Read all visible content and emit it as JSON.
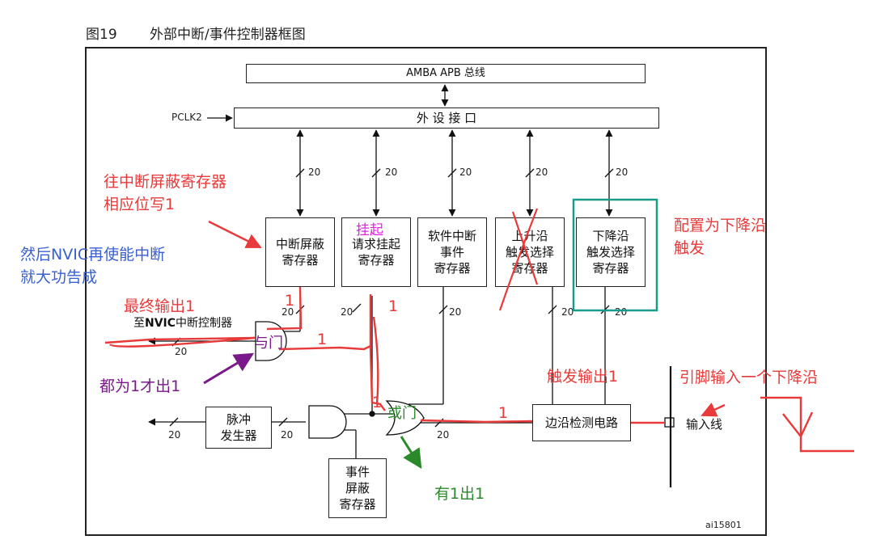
{
  "figure": {
    "number": "图19",
    "title": "外部中断/事件控制器框图",
    "id_label": "ai15801"
  },
  "bus": {
    "amba": "AMBA APB 总线",
    "peripheral_interface": "外 设 接 口",
    "pclk": "PCLK2"
  },
  "bus_width": "20",
  "registers": {
    "interrupt_mask": "中断屏蔽\n寄存器",
    "pending_request": "请求挂起\n寄存器",
    "software_event": "软件中断\n事件\n寄存器",
    "rising_trigger": "上升沿\n触发选择\n寄存器",
    "falling_trigger": "下降沿\n触发选择\n寄存器",
    "pulse_generator": "脉冲\n发生器",
    "event_mask": "事件\n屏蔽\n寄存器",
    "edge_detect": "边沿检测电路"
  },
  "labels": {
    "to_nvic_prefix": "至",
    "to_nvic_bold": "NVIC",
    "to_nvic_suffix": "中断控制器",
    "input_line": "输入线"
  },
  "annotations": {
    "write_mask": "往中断屏蔽寄存器\n相应位写1",
    "nvic_enable": "然后NVIC再使能中断\n就大功告成",
    "pending": "挂起",
    "config_falling": "配置为下降沿\n触发",
    "final_output": "最终输出1",
    "and_gate": "与门",
    "or_gate": "或门",
    "both_one": "都为1才出1",
    "any_one": "有1出1",
    "trigger_output": "触发输出1",
    "pin_input": "引脚输入一个下降沿",
    "one": "1"
  },
  "colors": {
    "red": "#e83a3a",
    "blue": "#3a5fcf",
    "purple": "#7a1a8a",
    "green": "#2a8a2a",
    "teal": "#1a9a8a",
    "magenta": "#e020e0"
  }
}
